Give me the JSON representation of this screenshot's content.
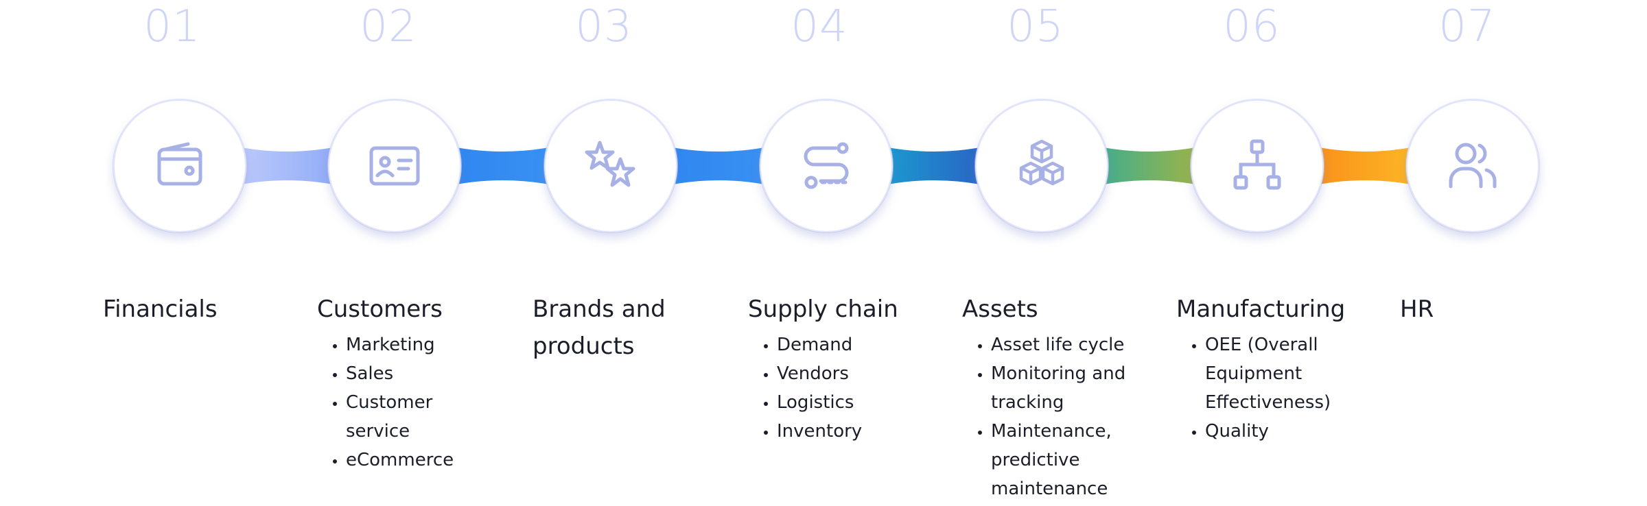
{
  "steps": [
    {
      "number": "01",
      "icon": "wallet-icon",
      "title": "Financials",
      "items": []
    },
    {
      "number": "02",
      "icon": "id-card-icon",
      "title": "Customers",
      "items": [
        "Marketing",
        "Sales",
        "Customer service",
        "eCommerce"
      ]
    },
    {
      "number": "03",
      "icon": "stars-icon",
      "title": "Brands and products",
      "items": []
    },
    {
      "number": "04",
      "icon": "route-icon",
      "title": "Supply chain",
      "items": [
        "Demand",
        "Vendors",
        "Logistics",
        "Inventory"
      ]
    },
    {
      "number": "05",
      "icon": "cubes-icon",
      "title": "Assets",
      "items": [
        "Asset life cycle",
        "Monitoring and tracking",
        "Maintenance, predictive maintenance"
      ]
    },
    {
      "number": "06",
      "icon": "hierarchy-icon",
      "title": "Manufacturing",
      "items": [
        "OEE (Overall Equipment Effectiveness)",
        "Quality"
      ]
    },
    {
      "number": "07",
      "icon": "users-icon",
      "title": "HR",
      "items": []
    }
  ],
  "colors": {
    "number": "#cfd5f6",
    "icon_stroke": "#a7b1e6",
    "connectors": [
      [
        "#c2cdfc",
        "#8ba8f6"
      ],
      [
        "#2e86f0",
        "#3a92f3"
      ],
      [
        "#2e86f0",
        "#3a92f3"
      ],
      [
        "#1a9fd0",
        "#2b5fc4"
      ],
      [
        "#36ad95",
        "#a8b43f"
      ],
      [
        "#f98c1a",
        "#fdbb25"
      ]
    ]
  }
}
